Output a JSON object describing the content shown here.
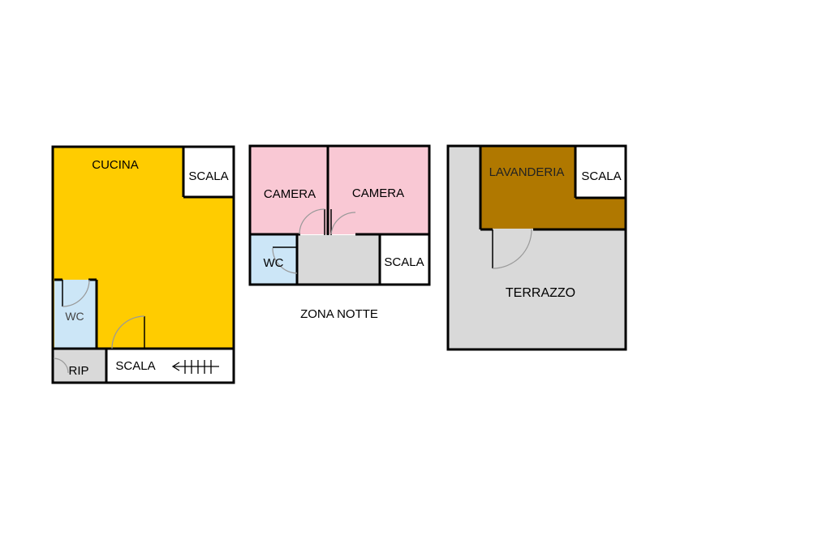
{
  "colors": {
    "wall": "#000000",
    "kitchen": "#ffcc00",
    "bathroom": "#cce6f7",
    "bedroom": "#f9c8d4",
    "corridor": "#d9d9d9",
    "laundry": "#b07800",
    "terrace": "#d9d9d9",
    "storage": "#d9d9d9",
    "stair": "#ffffff",
    "door_arc": "#999999"
  },
  "plans": {
    "ground": {
      "kitchen": "CUCINA",
      "stair_top": "SCALA",
      "wc": "WC",
      "storage": "RIP",
      "stair_bottom": "SCALA"
    },
    "night": {
      "bedroom_1": "CAMERA",
      "bedroom_2": "CAMERA",
      "wc": "WC",
      "stair": "SCALA",
      "caption": "ZONA NOTTE"
    },
    "top": {
      "laundry": "LAVANDERIA",
      "stair": "SCALA",
      "terrace": "TERRAZZO"
    }
  }
}
